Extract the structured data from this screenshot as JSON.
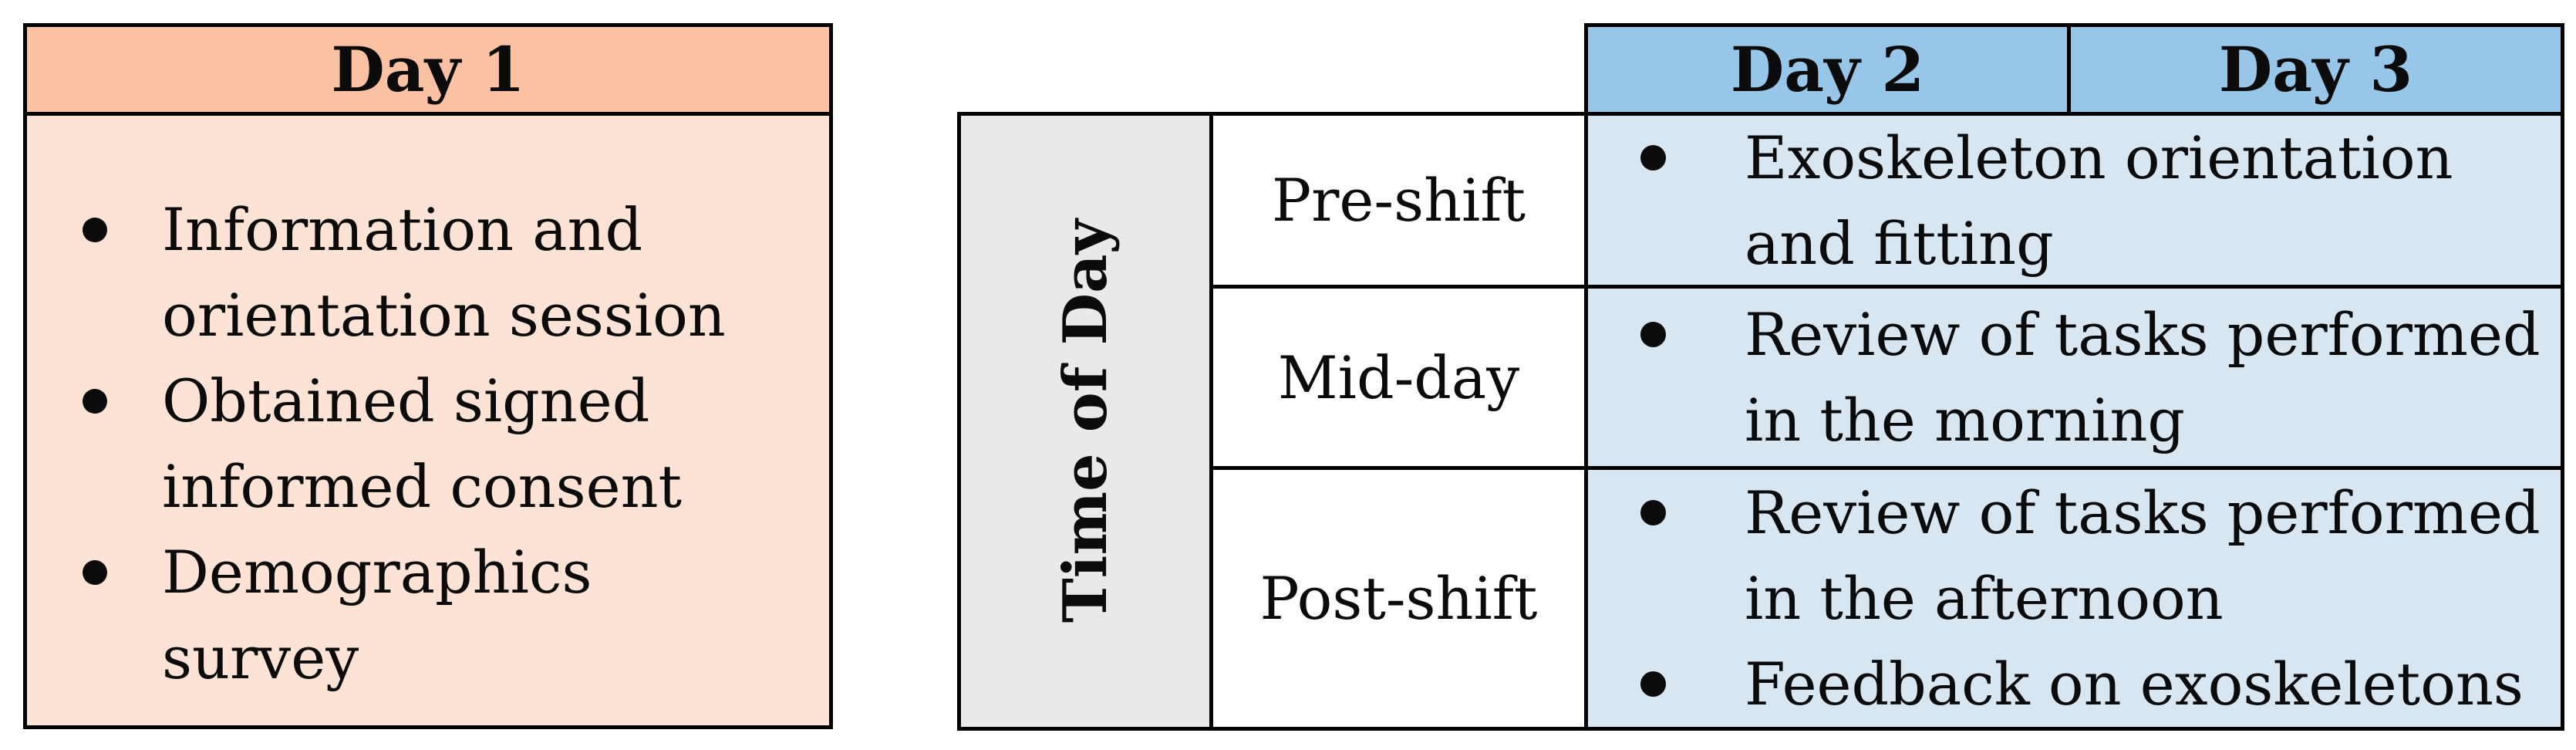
{
  "figure": {
    "background": "#FFFFFF",
    "border_color": "#000000",
    "text_color": "#0B0B0B"
  },
  "day1": {
    "title": "Day 1",
    "header_bg": "#FAC1A2",
    "body_bg": "#FCE3D5",
    "items": [
      "Information and orientation session",
      "Obtained signed informed consent",
      "Demographics survey"
    ]
  },
  "schedule": {
    "column_headers": [
      "Day 2",
      "Day 3"
    ],
    "row_axis_label": "Time of Day",
    "header_bg": "#97C6E8",
    "body_bg": "#D8E6F2",
    "axis_bg": "#EAE9E9",
    "bullet_color": "#0B0B0B",
    "rows": [
      {
        "time": "Pre-shift",
        "items": [
          "Exoskeleton orientation and fitting"
        ]
      },
      {
        "time": "Mid-day",
        "items": [
          "Review of tasks performed in the morning"
        ]
      },
      {
        "time": "Post-shift",
        "items": [
          "Review of tasks performed in the afternoon",
          "Feedback on exoskeletons"
        ]
      }
    ]
  }
}
